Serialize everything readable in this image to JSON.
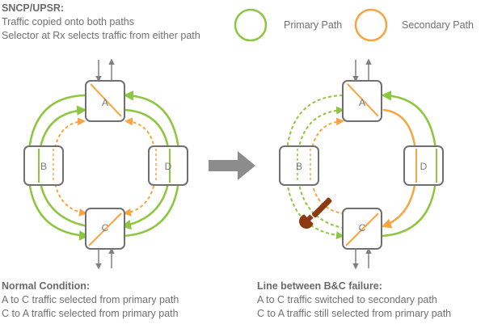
{
  "header": {
    "title": "SNCP/UPSR:",
    "lines": [
      "Traffic copied onto both paths",
      "Selector at Rx selects traffic from either path"
    ]
  },
  "legend": {
    "primary": {
      "label": "Primary Path",
      "color": "#8dc63f"
    },
    "secondary": {
      "label": "Secondary Path",
      "color": "#f7a541"
    }
  },
  "nodes": [
    "A",
    "B",
    "C",
    "D"
  ],
  "left_caption": {
    "title": "Normal Condition:",
    "lines": [
      "A to C traffic selected from primary path",
      "C to A traffic selected from primary path"
    ]
  },
  "right_caption": {
    "title": "Line between B&C failure:",
    "lines": [
      "A to C traffic switched to secondary path",
      "C to A traffic still selected from primary path"
    ]
  },
  "icons": [
    "arrow-right-icon",
    "wrench-icon"
  ]
}
